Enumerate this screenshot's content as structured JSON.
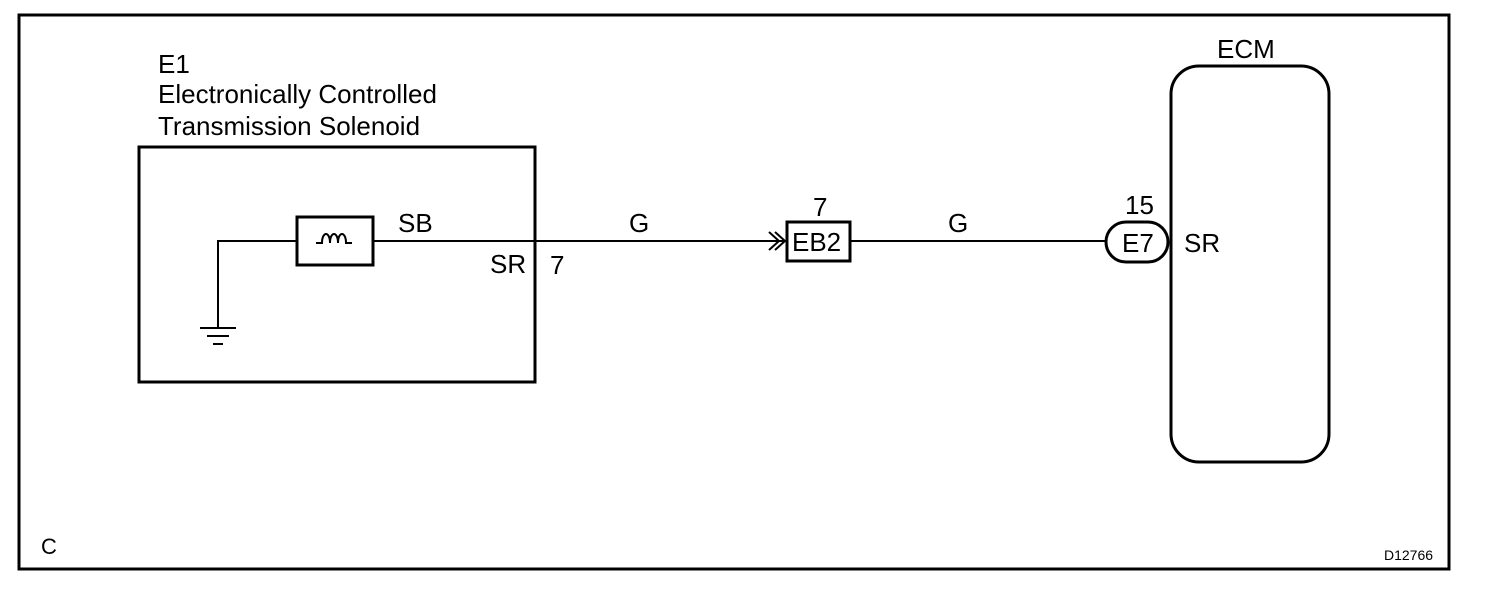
{
  "component": {
    "code": "E1",
    "name_line1": "Electronically Controlled",
    "name_line2": "Transmission Solenoid",
    "solenoid_terminal": "SB",
    "output_terminal": "SR",
    "output_pin": "7"
  },
  "wires": {
    "segment1_color": "G",
    "segment2_color": "G"
  },
  "junction_connector": {
    "label": "EB2",
    "pin": "7"
  },
  "ecm": {
    "title": "ECM",
    "connector": "E7",
    "pin": "15",
    "terminal": "SR"
  },
  "corner_code": "C",
  "figure_id": "D12766"
}
